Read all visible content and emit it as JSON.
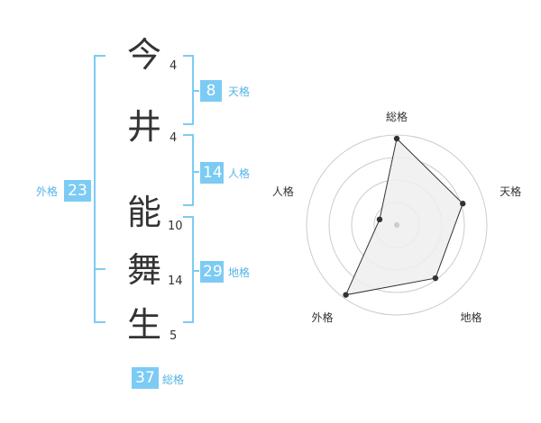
{
  "name_chars": [
    {
      "char": "今",
      "strokes": "4"
    },
    {
      "char": "井",
      "strokes": "4"
    },
    {
      "char": "能",
      "strokes": "10"
    },
    {
      "char": "舞",
      "strokes": "14"
    },
    {
      "char": "生",
      "strokes": "5"
    }
  ],
  "fortunes": {
    "tenkaku": {
      "label": "天格",
      "value": "8"
    },
    "jinkaku": {
      "label": "人格",
      "value": "14"
    },
    "chikaku": {
      "label": "地格",
      "value": "29"
    },
    "gaikaku": {
      "label": "外格",
      "value": "23"
    },
    "soukaku": {
      "label": "総格",
      "value": "37"
    }
  },
  "chart_data": {
    "type": "radar",
    "axes": [
      "総格",
      "天格",
      "地格",
      "外格",
      "人格"
    ],
    "values": [
      0.96,
      0.77,
      0.73,
      0.96,
      0.2
    ],
    "max": 1,
    "rings": 4,
    "colors": {
      "fill": "#eeeeee",
      "line": "#333333",
      "grid": "#cccccc",
      "point": "#333333"
    }
  }
}
